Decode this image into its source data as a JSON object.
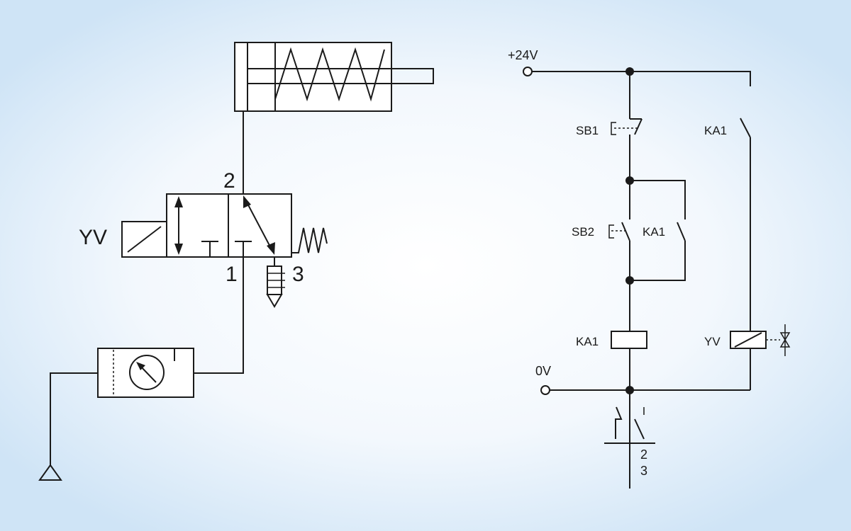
{
  "pneumatic": {
    "solenoid_label": "YV",
    "port_2": "2",
    "port_1": "1",
    "port_3": "3"
  },
  "electrical": {
    "supply_pos": "+24V",
    "supply_zero": "0V",
    "sb1": "SB1",
    "sb2": "SB2",
    "ka1_holding": "KA1",
    "ka1_contact_right": "KA1",
    "ka1_coil": "KA1",
    "yv_coil": "YV",
    "terminal_top": "2",
    "terminal_bottom": "3"
  }
}
